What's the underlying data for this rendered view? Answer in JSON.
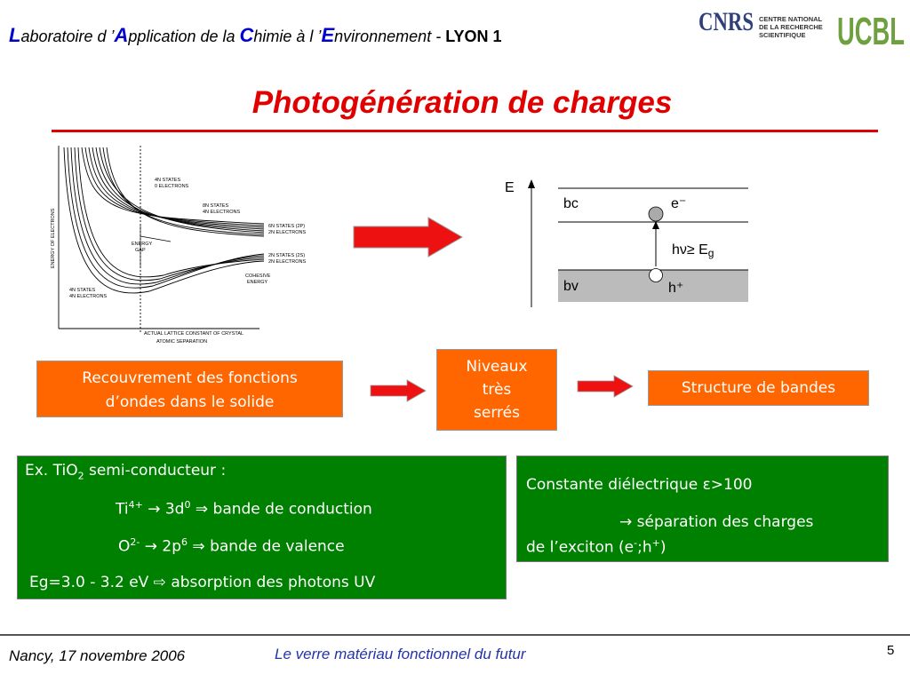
{
  "header": {
    "lab_cap1": "L",
    "lab_part1": "aboratoire d ’",
    "lab_cap2": "A",
    "lab_part2": "pplication de la ",
    "lab_cap3": "C",
    "lab_part3": "himie à l ’",
    "lab_cap4": "E",
    "lab_part4": "nvironnement - ",
    "lab_lyon": "LYON 1",
    "cnrs_logo": "CNRS",
    "cnrs_line1": "CENTRE NATIONAL",
    "cnrs_line2": "DE LA RECHERCHE",
    "cnrs_line3": "SCIENTIFIQUE",
    "ucbl_logo": "UCBL"
  },
  "title": "Photogénération de charges",
  "fig_left": {
    "ylabel": "ENERGY OF ELECTRONS",
    "l_4n0": "4N STATES",
    "l_4n0b": "0 ELECTRONS",
    "l_8n": "8N STATES",
    "l_8nb": "4N ELECTRONS",
    "l_6n": "6N STATES (2P)",
    "l_6nb": "2N ELECTRONS",
    "l_gap": "ENERGY",
    "l_gapb": "GAP",
    "l_2n": "2N STATES (2S)",
    "l_2nb": "2N ELECTRONS",
    "l_coh": "COHESIVE",
    "l_cohb": "ENERGY",
    "l_4n4": "4N STATES",
    "l_4n4b": "4N ELECTRONS",
    "l_actual": "ACTUAL LATTICE CONSTANT OF CRYSTAL",
    "xlabel": "ATOMIC SEPARATION"
  },
  "fig_right": {
    "axis": "E",
    "bc": "bc",
    "bv": "bv",
    "electron": "e⁻",
    "hole": "h⁺",
    "photon": "hν≥ E",
    "photon_sub": "g"
  },
  "box_recouv": {
    "line1": "Recouvrement des fonctions",
    "line2": "d’ondes dans le solide"
  },
  "box_niveaux": {
    "line1": "Niveaux",
    "line2": "très",
    "line3": "serrés"
  },
  "box_structure": "Structure de bandes",
  "box_tio2": {
    "l1a": "Ex. TiO",
    "l1sub": "2",
    "l1b": " semi-conducteur :",
    "l2a": "Ti",
    "l2sup": "4+",
    "l2b": " → 3d",
    "l2sup2": "0",
    "l2c": " ⇒ bande de conduction",
    "l3a": "O",
    "l3sup": "2-",
    "l3b": " → 2p",
    "l3sup2": "6",
    "l3c": " ⇒ bande de valence",
    "l4": "Eg=3.0 - 3.2 eV ⇨ absorption des photons UV"
  },
  "box_const": {
    "l1": "Constante diélectrique ε>100",
    "l2": "→ séparation des charges",
    "l3a": "de l’exciton (e",
    "l3sup1": "-",
    "l3b": ";h",
    "l3sup2": "+",
    "l3c": ")"
  },
  "footer": {
    "date": "Nancy, 17 novembre 2006",
    "subtitle": "Le verre matériau fonctionnel du futur",
    "page": "5"
  },
  "colors": {
    "title_red": "#e00000",
    "orange": "#ff6600",
    "green": "#008000",
    "arrow_red": "#ee1111",
    "header_blue": "#0000cc",
    "footer_blue": "#2233aa"
  }
}
